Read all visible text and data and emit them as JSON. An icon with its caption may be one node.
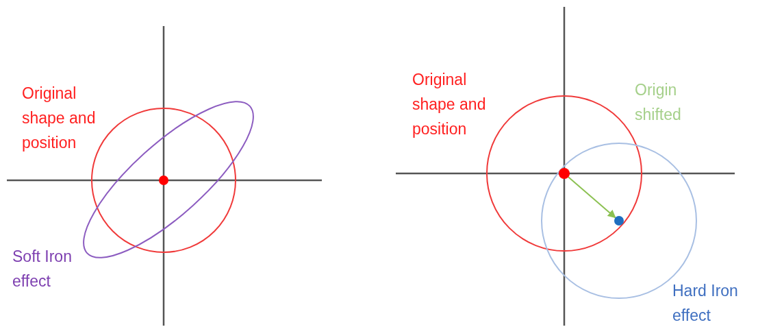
{
  "diagram": {
    "nodes": [
      {
        "text": [],
        "shape": "circle"
      },
      {
        "text": [],
        "shape": "circle"
      },
      {
        "text": [],
        "shape": "circle"
      }
    ],
    "edges": [
      {
        "from": 1,
        "to": 2,
        "arrow": "to",
        "color": "#8cc152"
      }
    ],
    "labels": [
      "Original shape and position",
      "Soft Iron effect",
      "Original shape and position",
      "Origin shifted",
      "Hard Iron effect"
    ]
  }
}
